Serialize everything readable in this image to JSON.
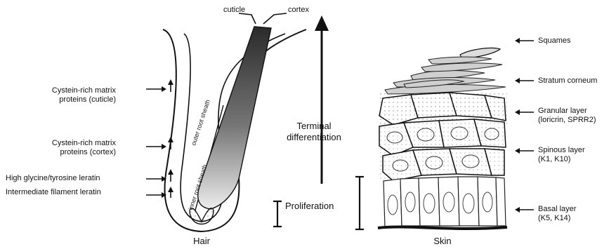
{
  "hair": {
    "caption": "Hair",
    "top_labels": {
      "cuticle": "cuticle",
      "cortex": "cortex"
    },
    "sheath_labels": {
      "outer": "outer root sheath",
      "inner": "inner root sheath"
    },
    "left_labels": [
      {
        "line1": "Cystein-rich matrix",
        "line2": "proteins (cuticle)"
      },
      {
        "line1": "Cystein-rich matrix",
        "line2": "proteins (cortex)"
      },
      {
        "line1": "High glycine/tyrosine leratin",
        "line2": ""
      },
      {
        "line1": "Intermediate filament leratin",
        "line2": ""
      }
    ]
  },
  "center": {
    "terminal_line1": "Terminal",
    "terminal_line2": "differentiation",
    "proliferation": "Proliferation"
  },
  "skin": {
    "caption": "Skin",
    "layers": [
      {
        "line1": "Squames",
        "line2": ""
      },
      {
        "line1": "Stratum corneum",
        "line2": ""
      },
      {
        "line1": "Granular layer",
        "line2": "(loricrin, SPRR2)"
      },
      {
        "line1": "Spinous layer",
        "line2": "(K1, K10)"
      },
      {
        "line1": "Basal layer",
        "line2": "(K5, K14)"
      }
    ]
  }
}
